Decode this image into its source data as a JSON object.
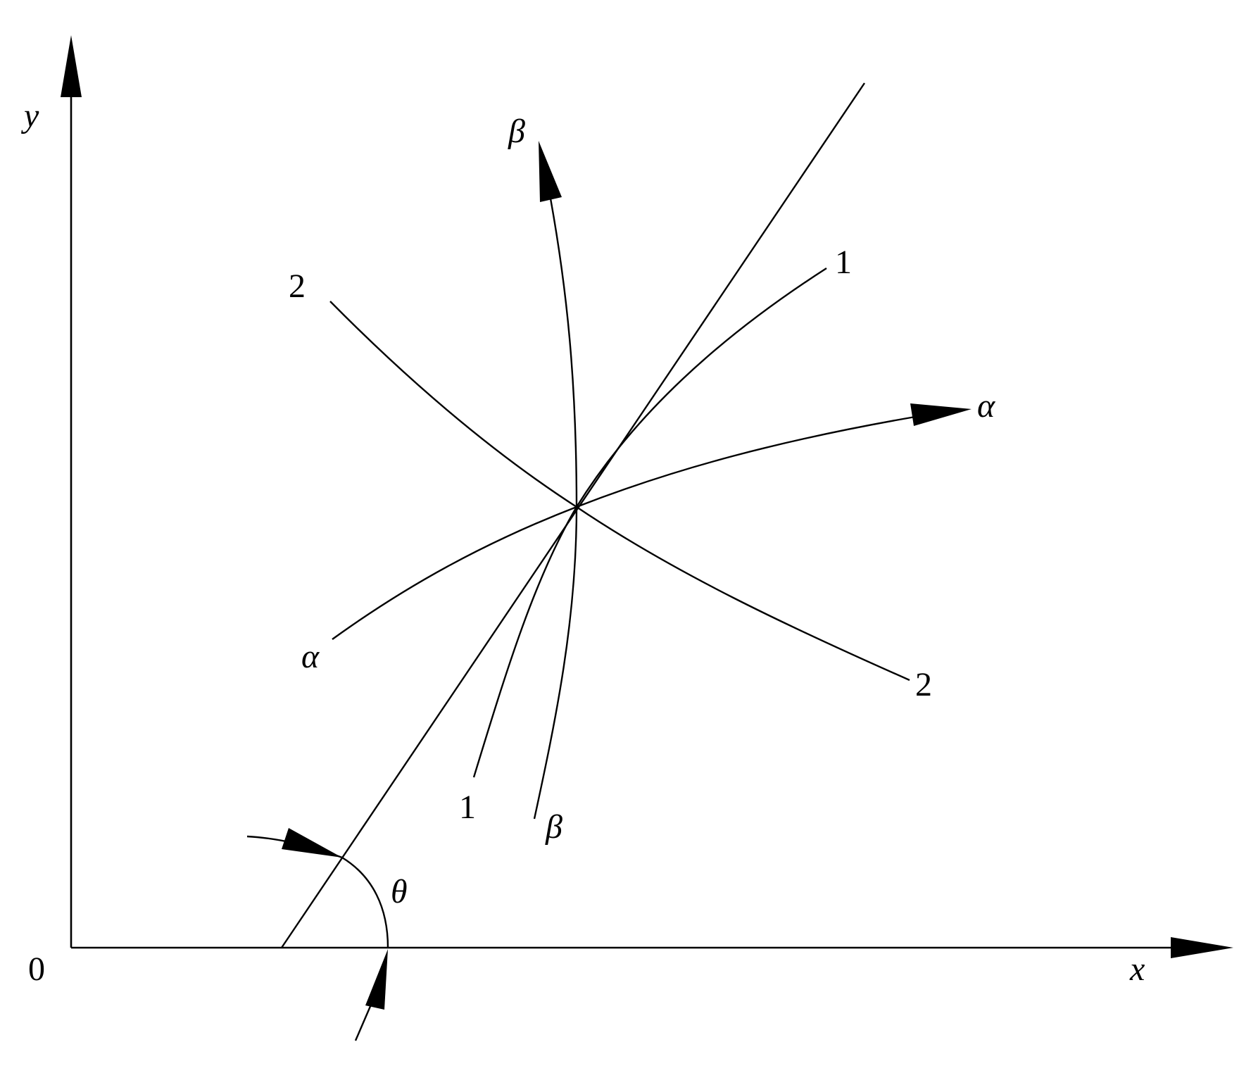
{
  "figure": {
    "type": "slip-line field diagram",
    "axes": {
      "origin_label": "0",
      "x_label": "x",
      "y_label": "y"
    },
    "angle": {
      "label": "θ"
    },
    "curves": {
      "alpha": {
        "start_label": "α",
        "end_label": "α"
      },
      "beta": {
        "start_label": "β",
        "end_label": "β"
      },
      "line1": {
        "start_label": "1",
        "end_label": "1"
      },
      "line2": {
        "start_label": "2",
        "end_label": "2"
      }
    },
    "colors": {
      "stroke": "#000000",
      "background": "#ffffff"
    }
  }
}
